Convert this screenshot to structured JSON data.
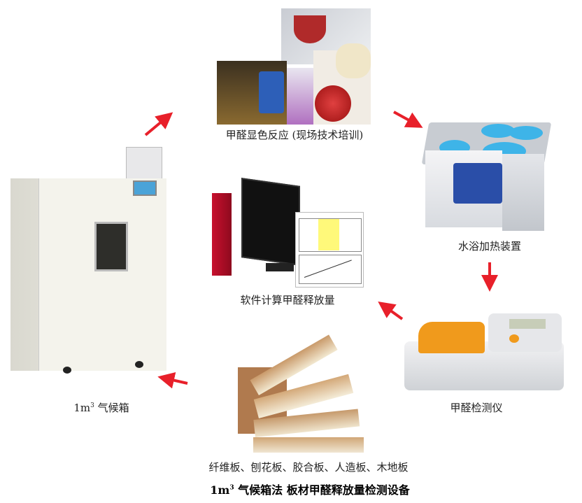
{
  "steps": [
    {
      "caption": "甲醛显色反应 (现场技术培训)",
      "image": "chemistry-lab-photo"
    },
    {
      "caption": "水浴加热装置",
      "image": "water-bath-photo"
    },
    {
      "caption": "甲醛检测仪",
      "image": "spectrophotometer-photo"
    },
    {
      "caption": "软件计算甲醛释放量",
      "image": "computer-software-photo"
    },
    {
      "caption_prefix": "1m",
      "caption_sup": "3",
      "caption_suffix": " 气候箱",
      "image": "climate-chamber-photo"
    }
  ],
  "materials": {
    "caption": "纤维板、刨花板、胶合板、人造板、木地板",
    "image": "wood-boards-photo"
  },
  "title": {
    "prefix": "1m",
    "sup": "3",
    "suffix": " 气候箱法  板材甲醛释放量检测设备"
  },
  "colors": {
    "arrow": "#e8202a"
  }
}
